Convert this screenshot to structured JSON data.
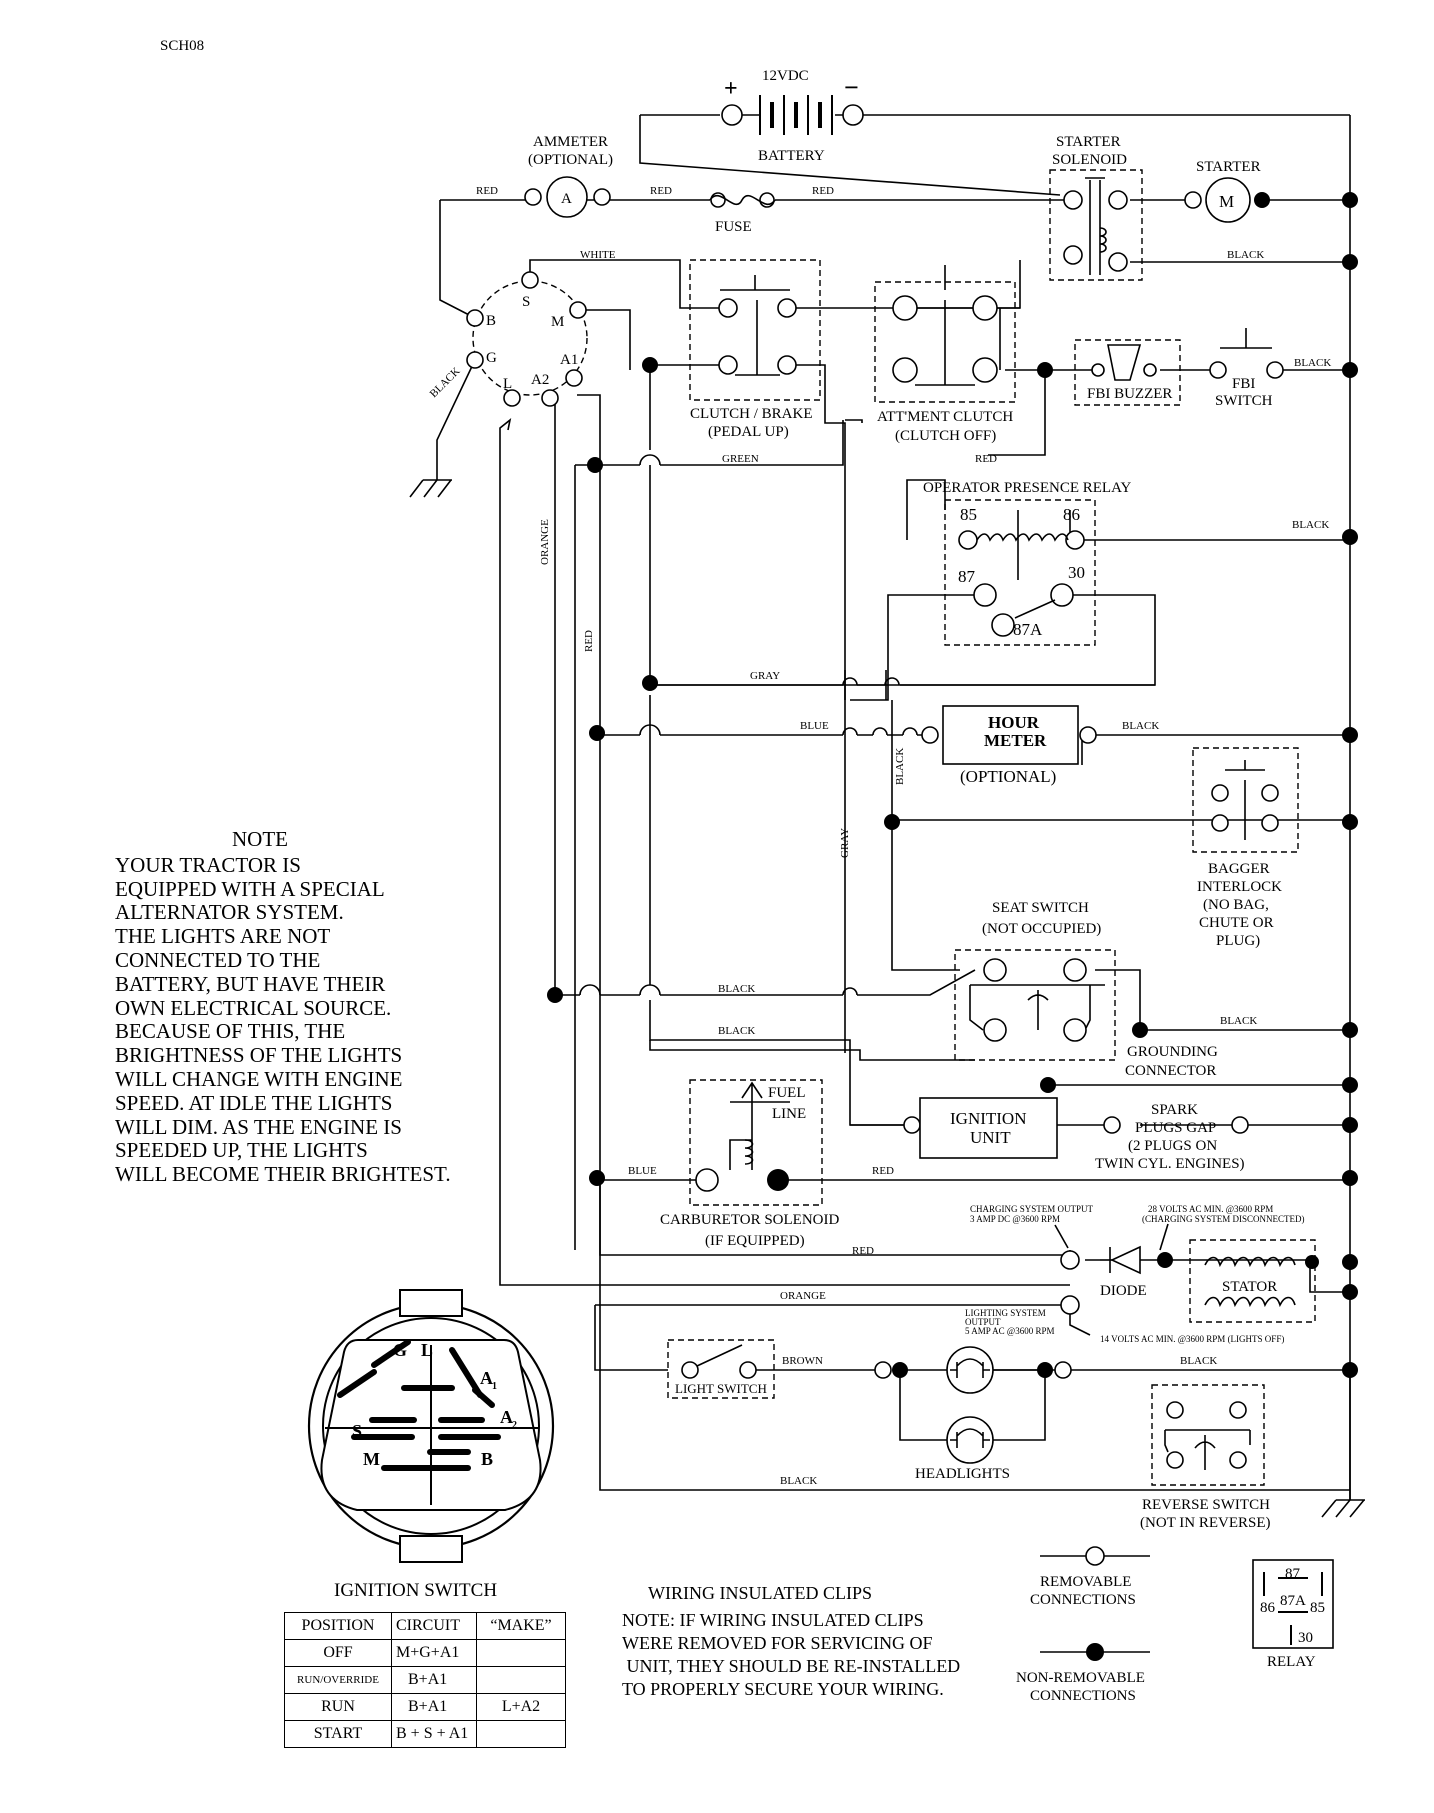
{
  "doc_code": "SCH08",
  "battery": {
    "voltage": "12VDC",
    "label": "BATTERY",
    "plus": "+",
    "minus": "−"
  },
  "ammeter": {
    "label": "AMMETER",
    "sub": "(OPTIONAL)",
    "symbol": "A"
  },
  "fuse": "FUSE",
  "starter_solenoid": [
    "STARTER",
    "SOLENOID"
  ],
  "starter": {
    "label": "STARTER",
    "symbol": "M"
  },
  "ign_terminals": {
    "b": "B",
    "s": "S",
    "m": "M",
    "g": "G",
    "l": "L",
    "a2": "A2",
    "a1": "A1"
  },
  "clutch_brake": [
    "CLUTCH / BRAKE",
    "(PEDAL UP)"
  ],
  "attment_clutch": [
    "ATT'MENT CLUTCH",
    "(CLUTCH OFF)"
  ],
  "fbi_buzzer": "FBI BUZZER",
  "fbi_switch": [
    "FBI",
    "SWITCH"
  ],
  "relay_block": {
    "title": "OPERATOR PRESENCE RELAY",
    "t85": "85",
    "t86": "86",
    "t87": "87",
    "t30": "30",
    "t87a": "87A"
  },
  "hour_meter": [
    "HOUR",
    "METER",
    "(OPTIONAL)"
  ],
  "bagger": [
    "BAGGER",
    "INTERLOCK",
    "(NO BAG,",
    "CHUTE OR",
    "PLUG)"
  ],
  "seat_switch": [
    "SEAT SWITCH",
    "(NOT OCCUPIED)"
  ],
  "grounding": [
    "GROUNDING",
    "CONNECTOR"
  ],
  "fuel_line": [
    "FUEL",
    "LINE"
  ],
  "carb": [
    "CARBURETOR SOLENOID",
    "(IF EQUIPPED)"
  ],
  "ignition_unit": [
    "IGNITION",
    "UNIT"
  ],
  "spark": [
    "SPARK",
    "PLUGS GAP",
    "(2 PLUGS ON",
    "TWIN CYL. ENGINES)"
  ],
  "charging_out": [
    "CHARGING SYSTEM OUTPUT",
    "3 AMP DC @3600 RPM"
  ],
  "volts28": [
    "28 VOLTS AC MIN. @3600 RPM",
    "(CHARGING SYSTEM DISCONNECTED)"
  ],
  "diode": "DIODE",
  "stator": "STATOR",
  "lighting_out": [
    "LIGHTING SYSTEM",
    "OUTPUT",
    "5 AMP AC @3600 RPM"
  ],
  "volts14": "14 VOLTS AC MIN. @3600 RPM (LIGHTS OFF)",
  "light_switch": "LIGHT SWITCH",
  "headlights": "HEADLIGHTS",
  "reverse_switch": [
    "REVERSE SWITCH",
    "(NOT IN REVERSE)"
  ],
  "wires": {
    "red": "RED",
    "white": "WHITE",
    "black": "BLACK",
    "green": "GREEN",
    "orange": "ORANGE",
    "gray": "GRAY",
    "blue": "BLUE",
    "brown": "BROWN"
  },
  "note": {
    "title": "NOTE",
    "lines": [
      "YOUR TRACTOR IS",
      "EQUIPPED WITH A SPECIAL",
      "ALTERNATOR SYSTEM.",
      "THE LIGHTS ARE NOT",
      "CONNECTED TO THE",
      "BATTERY, BUT HAVE THEIR",
      "OWN ELECTRICAL SOURCE.",
      "BECAUSE OF THIS, THE",
      "BRIGHTNESS OF THE LIGHTS",
      "WILL CHANGE WITH ENGINE",
      "SPEED.  AT IDLE THE LIGHTS",
      "WILL DIM.  AS THE ENGINE IS",
      "SPEEDED UP, THE LIGHTS",
      "WILL BECOME THEIR BRIGHTEST."
    ]
  },
  "ignition_switch": {
    "title": "IGNITION SWITCH",
    "face": {
      "g": "G",
      "l": "L",
      "a1": "A",
      "a1sub": "1",
      "a2": "A",
      "a2sub": "2",
      "s": "S",
      "m": "M",
      "b": "B"
    },
    "header": [
      "POSITION",
      "CIRCUIT",
      "“MAKE”"
    ],
    "rows": [
      [
        "OFF",
        "M+G+A1",
        ""
      ],
      [
        "RUN/OVERRIDE",
        "B+A1",
        ""
      ],
      [
        "RUN",
        "B+A1",
        "L+A2"
      ],
      [
        "START",
        "B + S + A1",
        ""
      ]
    ]
  },
  "clips": {
    "title": "WIRING INSULATED CLIPS",
    "lines": [
      "NOTE:  IF WIRING INSULATED CLIPS",
      "WERE REMOVED FOR SERVICING OF",
      " UNIT, THEY SHOULD BE RE-INSTALLED",
      "TO PROPERLY SECURE YOUR WIRING."
    ]
  },
  "legend": {
    "removable": [
      "REMOVABLE",
      "CONNECTIONS"
    ],
    "nonremovable": [
      "NON-REMOVABLE",
      "CONNECTIONS"
    ]
  },
  "relay_legend": {
    "t87": "87",
    "t86": "86",
    "t87a": "87A",
    "t85": "85",
    "t30": "30",
    "label": "RELAY"
  }
}
